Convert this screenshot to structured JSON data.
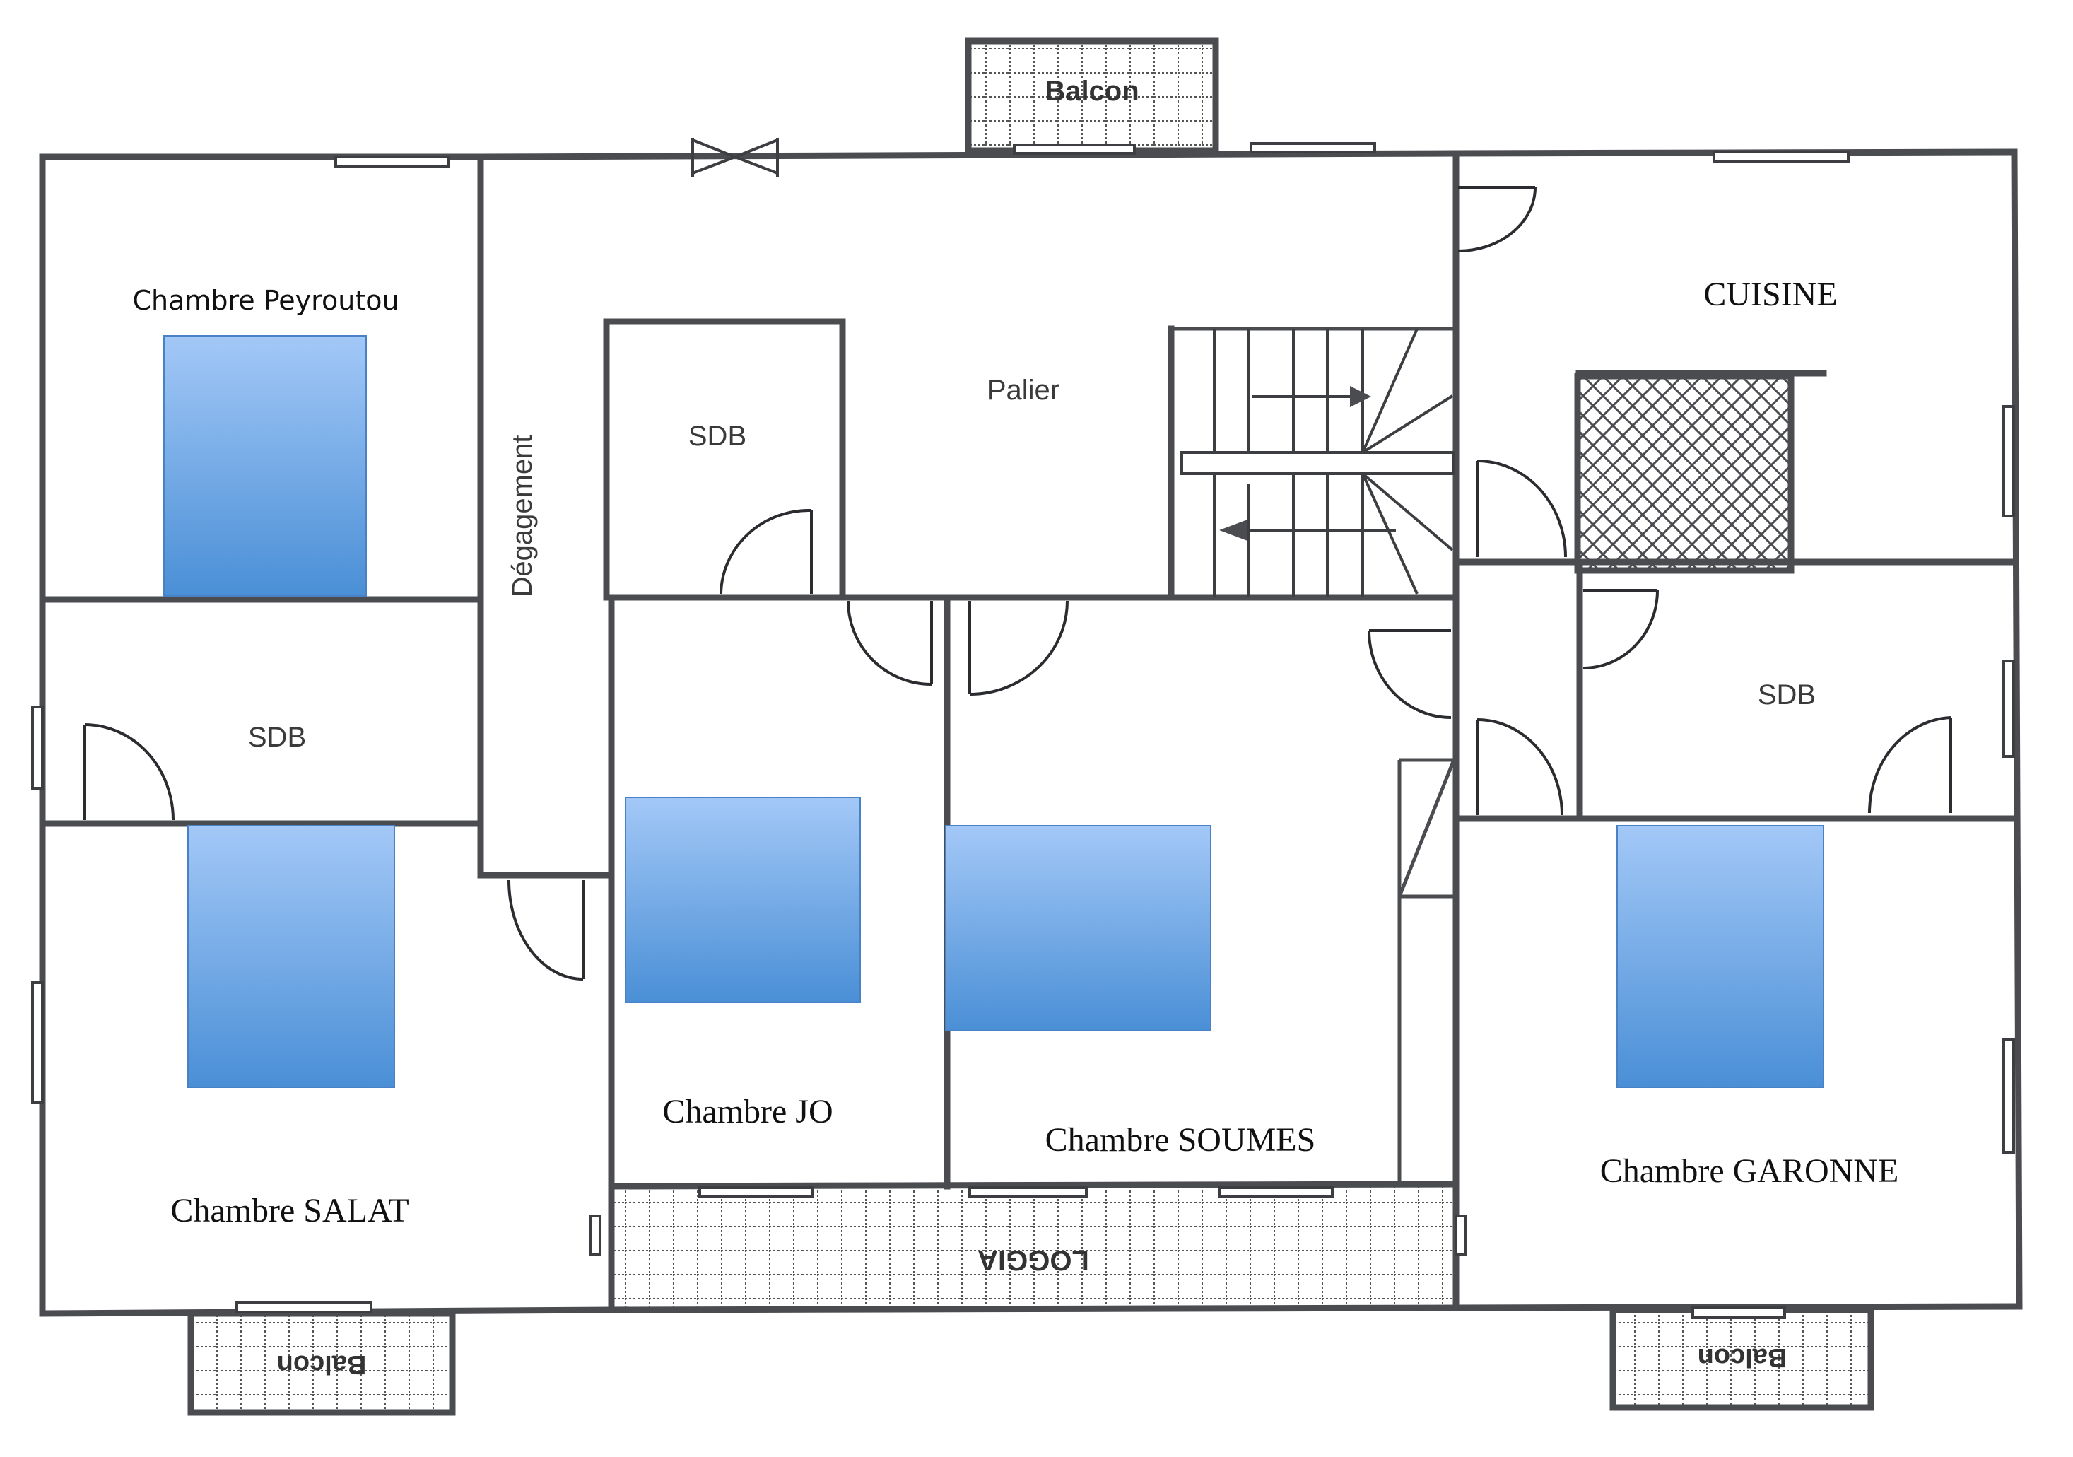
{
  "plan": {
    "rooms": {
      "chambre_peyroutou": "Chambre Peyroutou",
      "sdb_left": "SDB",
      "chambre_salat": "Chambre SALAT",
      "degagement": "Dégagement",
      "sdb_center": "SDB",
      "palier": "Palier",
      "chambre_jo": "Chambre JO",
      "chambre_soumes": "Chambre SOUMES",
      "cuisine": "CUISINE",
      "sdb_right": "SDB",
      "chambre_garonne": "Chambre GARONNE",
      "loggia": "LOGGIA",
      "balcon_top": "Balcon",
      "balcon_bottom_left": "Balcon",
      "balcon_bottom_right": "Balcon"
    },
    "beds": [
      {
        "room": "Chambre Peyroutou"
      },
      {
        "room": "Chambre SALAT"
      },
      {
        "room": "Chambre JO"
      },
      {
        "room": "Chambre SOUMES"
      },
      {
        "room": "Chambre GARONNE"
      }
    ],
    "colors": {
      "bed_top": "#a3c8f7",
      "bed_bottom": "#4a8fd6",
      "wall": "#4a4c50",
      "background": "#ffffff"
    },
    "stair_arrows": [
      "up-right",
      "down-left"
    ]
  }
}
